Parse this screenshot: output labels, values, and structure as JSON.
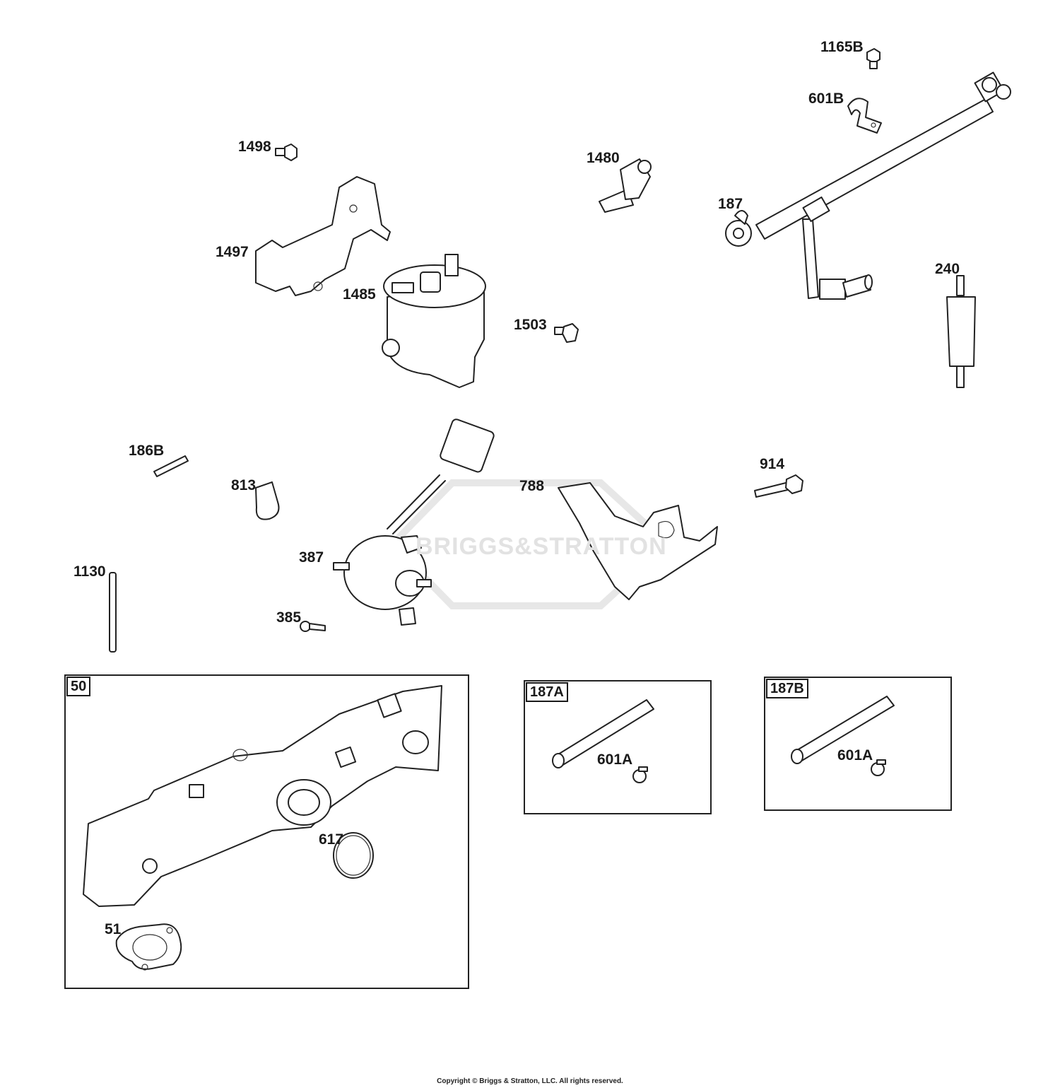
{
  "watermark": "BRIGGS&STRATTON",
  "copyright": "Copyright © Briggs & Stratton, LLC. All rights reserved.",
  "parts": {
    "p1165B": "1165B",
    "p601B": "601B",
    "p1498": "1498",
    "p1480": "1480",
    "p187": "187",
    "p1497": "1497",
    "p1485": "1485",
    "p240": "240",
    "p1503": "1503",
    "p186B": "186B",
    "p914": "914",
    "p813": "813",
    "p788": "788",
    "p387": "387",
    "p1130": "1130",
    "p385": "385",
    "p617": "617",
    "p51": "51",
    "p601A_a": "601A",
    "p601A_b": "601A"
  },
  "kits": {
    "k50": "50",
    "k187A": "187A",
    "k187B": "187B"
  }
}
